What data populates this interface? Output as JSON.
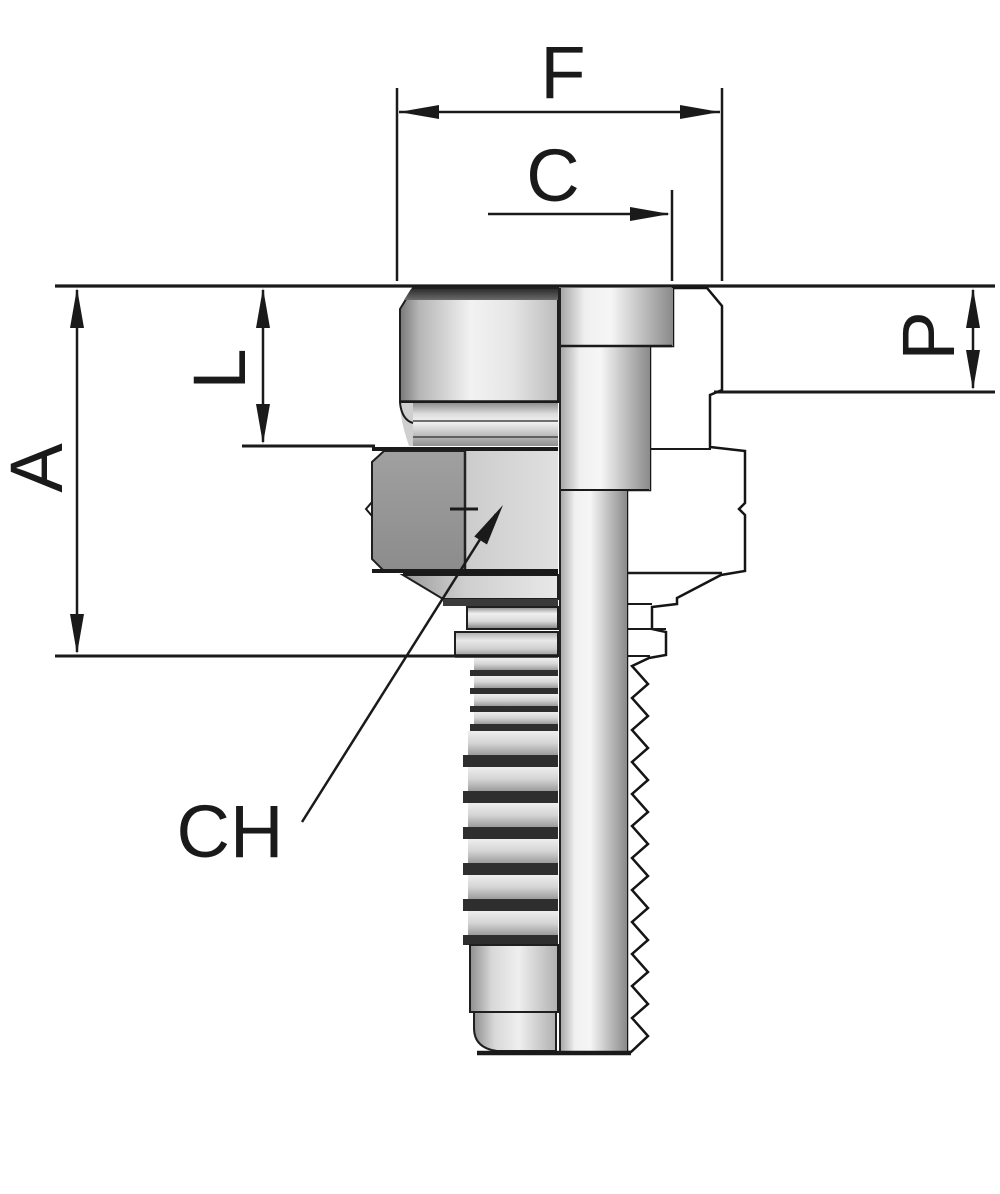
{
  "diagram": {
    "type": "technical-drawing",
    "subject": "hydraulic hose fitting male stud, half-section view",
    "labels": {
      "F": "F",
      "C": "C",
      "A": "A",
      "L": "L",
      "P": "P",
      "CH": "CH"
    },
    "colors": {
      "line": "#1a1a1a",
      "background": "#ffffff",
      "metal_highlight": "#f2f2f2",
      "metal_mid": "#c8c8c8",
      "metal_shadow": "#8a8a8a",
      "hex_dark_facet": "#999999",
      "hatch_fill": "#e4e4e4",
      "groove": "#2e2e2e"
    }
  }
}
